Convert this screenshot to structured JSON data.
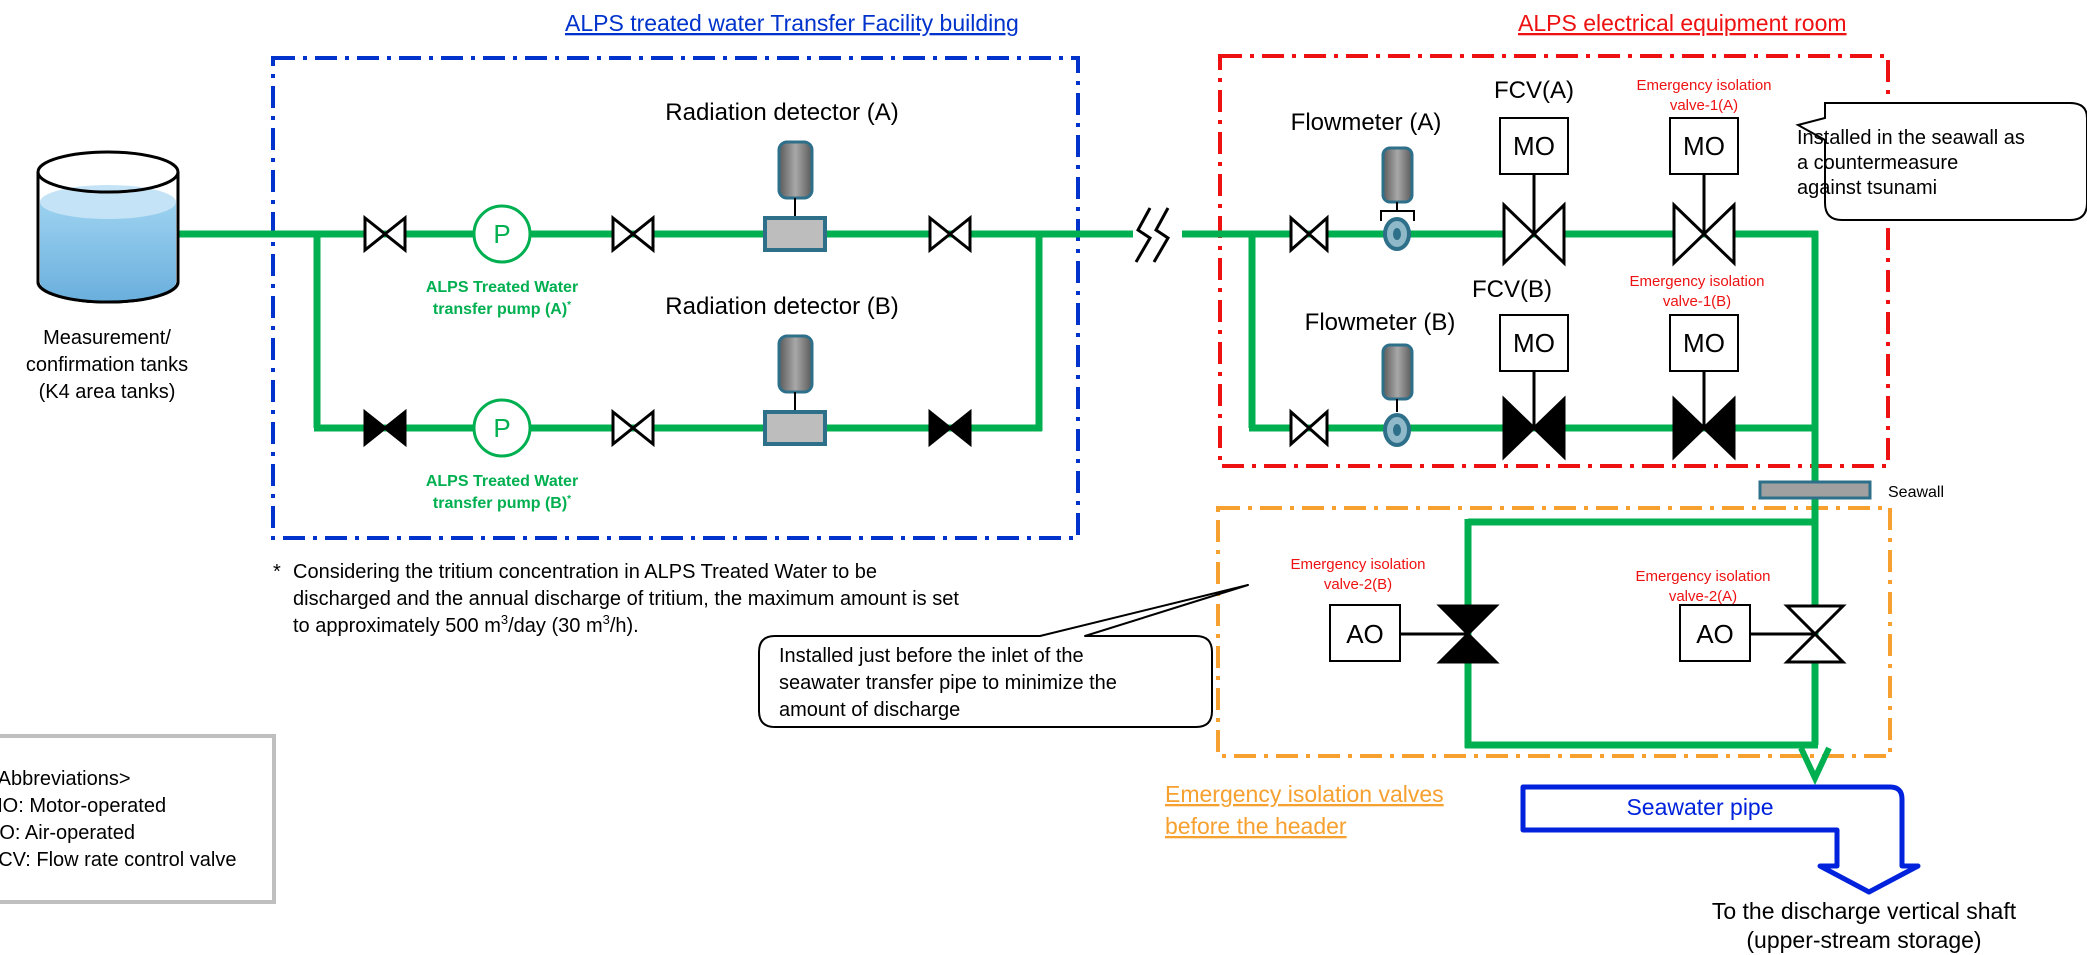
{
  "headings": {
    "building": "ALPS treated water Transfer Facility building",
    "electrical_room": "ALPS electrical equipment room",
    "emergency_header_line1": "Emergency isolation valves",
    "emergency_header_line2": "before the header"
  },
  "tank": {
    "line1": "Measurement/",
    "line2": "confirmation tanks",
    "line3": "(K4 area tanks)"
  },
  "pumps": {
    "pump_symbol": "P",
    "a_line1": "ALPS Treated Water",
    "a_line2": "transfer pump (A)",
    "b_line1": "ALPS Treated Water",
    "b_line2": "transfer pump (B)",
    "footnote_mark": "*"
  },
  "detectors": {
    "a": "Radiation detector (A)",
    "b": "Radiation detector (B)"
  },
  "flowmeters": {
    "a": "Flowmeter (A)",
    "b": "Flowmeter (B)"
  },
  "fcv": {
    "a": "FCV(A)",
    "b": "FCV(B)",
    "actuator": "MO"
  },
  "emergency_valves": {
    "v1a_line1": "Emergency isolation",
    "v1a_line2": "valve-1(A)",
    "v1b_line1": "Emergency isolation",
    "v1b_line2": "valve-1(B)",
    "v2b_line1": "Emergency isolation",
    "v2b_line2": "valve-2(B)",
    "v2a_line1": "Emergency isolation",
    "v2a_line2": "valve-2(A)",
    "mo_actuator": "MO",
    "ao_actuator": "AO"
  },
  "callouts": {
    "tsunami_line1": "Installed in the seawall as",
    "tsunami_line2": "a countermeasure",
    "tsunami_line3": "against tsunami",
    "inlet_line1": "Installed just before the inlet of the",
    "inlet_line2": "seawater transfer pipe to minimize the",
    "inlet_line3": "amount of discharge"
  },
  "footnote": {
    "star": "*",
    "line1": "Considering the tritium concentration in ALPS Treated Water to be",
    "line2": "discharged and the annual discharge of tritium, the maximum amount is set",
    "line3_pre": "to approximately 500 m",
    "line3_sup1": "3",
    "line3_mid": "/day (30 m",
    "line3_sup2": "3",
    "line3_post": "/h)."
  },
  "seawall": "Seawall",
  "seawater_pipe": "Seawater pipe",
  "destination": {
    "line1": "To the discharge vertical shaft",
    "line2": "(upper-stream storage)"
  },
  "legend": {
    "title": "<Abbreviations>",
    "mo": "MO: Motor-operated",
    "ao": "AO: Air-operated",
    "fcv": "FCV: Flow rate control valve"
  },
  "colors": {
    "pipe_green": "#00b050",
    "building_border_blue": "#0033cc",
    "electrical_border_red": "#ee1111",
    "emergency_border_orange": "#f6a030",
    "red_label": "#ee1111",
    "seawater_pipe_blue": "#0022dd"
  }
}
